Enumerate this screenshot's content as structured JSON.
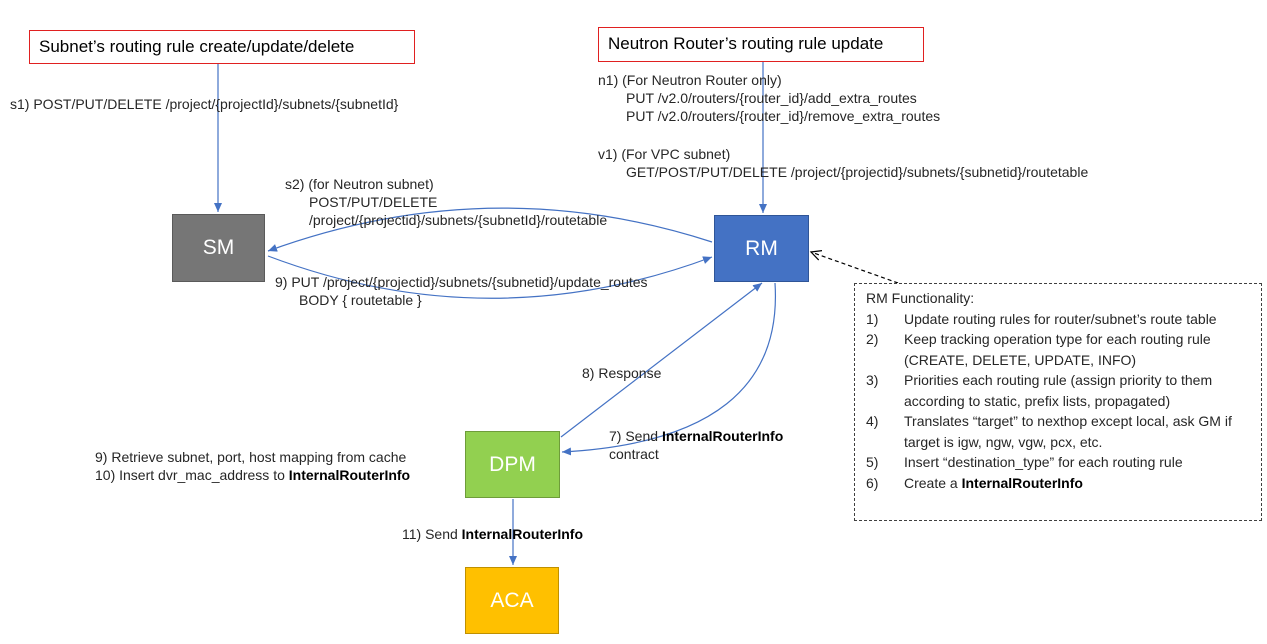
{
  "titles": {
    "subnet": "Subnet’s routing rule create/update/delete",
    "router": "Neutron Router’s routing rule update"
  },
  "nodes": {
    "sm": "SM",
    "rm": "RM",
    "dpm": "DPM",
    "aca": "ACA"
  },
  "labels": {
    "s1": "s1) POST/PUT/DELETE /project/{projectId}/subnets/{subnetId}",
    "n1": "n1) (For Neutron Router only)",
    "n1_add": "PUT /v2.0/routers/{router_id}/add_extra_routes",
    "n1_remove": "PUT /v2.0/routers/{router_id}/remove_extra_routes",
    "v1": "v1) (For VPC subnet)",
    "v1_call": "GET/POST/PUT/DELETE /project/{projectid}/subnets/{subnetid}/routetable",
    "s2": "s2) (for Neutron subnet)",
    "s2_methods": "POST/PUT/DELETE",
    "s2_path": "/project/{projectid}/subnets/{subnetId}/routetable",
    "s9": "9) PUT /project/{projectid}/subnets/{subnetid}/update_routes",
    "s9_body": "BODY { routetable }",
    "response": "8) Response",
    "send7_prefix": "7) Send ",
    "send7_bold": "InternalRouterInfo",
    "send7_suffix": "contract",
    "dpm9": "9) Retrieve subnet, port, host mapping from cache",
    "dpm10_prefix": "10) Insert dvr_mac_address to ",
    "dpm10_bold": "InternalRouterInfo",
    "send11_prefix": "11) Send ",
    "send11_bold": "InternalRouterInfo"
  },
  "functionality": {
    "title": "RM Functionality:",
    "items": [
      {
        "num": "1)",
        "text": "Update routing rules for router/subnet’s route table"
      },
      {
        "num": "2)",
        "text": "Keep tracking operation type for each routing rule (CREATE, DELETE, UPDATE, INFO)"
      },
      {
        "num": "3)",
        "text": "Priorities each routing rule (assign priority to them according to static, prefix lists, propagated)"
      },
      {
        "num": "4)",
        "text": "Translates “target” to nexthop except local, ask GM if target is igw, ngw, vgw, pcx, etc."
      },
      {
        "num": "5)",
        "text": "Insert “destination_type” for each routing rule"
      },
      {
        "num": "6)",
        "text": "Create a ",
        "bold": "InternalRouterInfo"
      }
    ]
  }
}
